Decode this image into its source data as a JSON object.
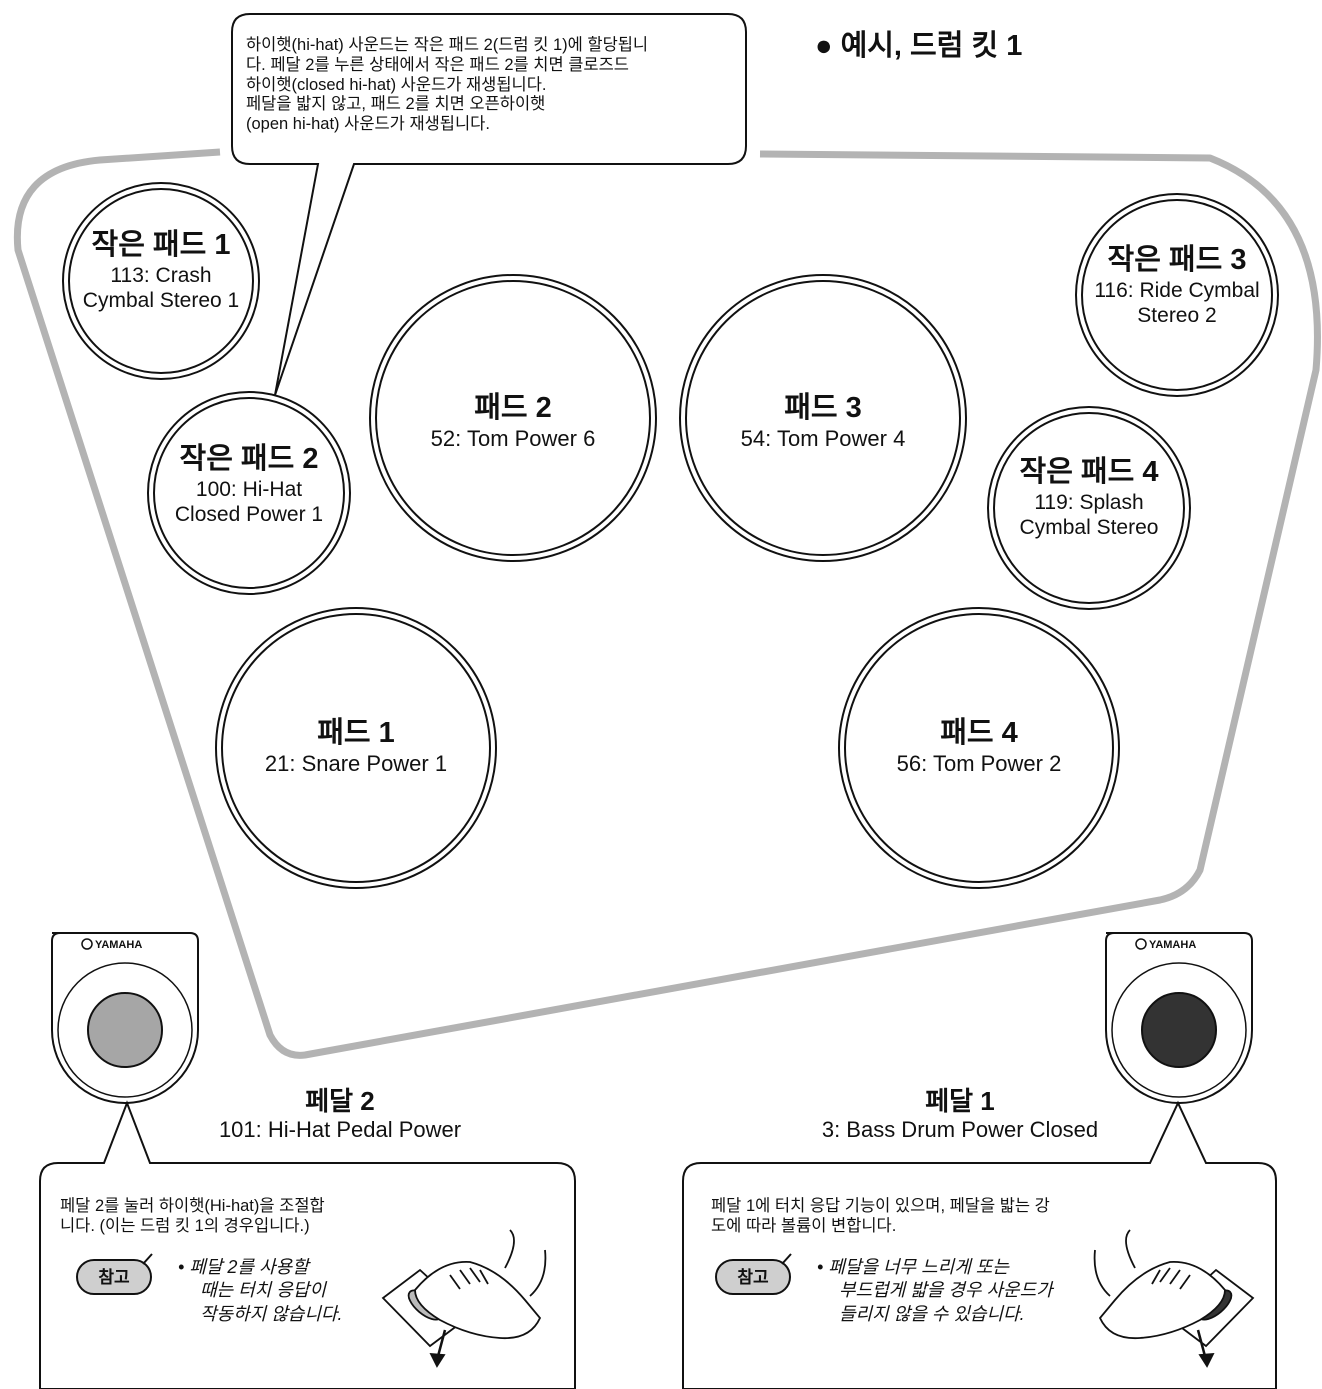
{
  "heading": "● 예시, 드럼 킷 1",
  "top_callout": [
    "하이햇(hi-hat) 사운드는 작은 패드 2(드럼 킷 1)에 할당됩니",
    "다. 페달 2를 누른 상태에서 작은 패드 2를 치면 클로즈드",
    "하이햇(closed hi-hat) 사운드가 재생됩니다.",
    "페달을 밟지 않고, 패드 2를 치면 오픈하이햇",
    "(open hi-hat) 사운드가 재생됩니다."
  ],
  "small_pads": [
    {
      "title": "작은 패드 1",
      "voice1": "113: Crash",
      "voice2": "Cymbal Stereo 1"
    },
    {
      "title": "작은 패드 2",
      "voice1": "100: Hi-Hat",
      "voice2": "Closed Power 1"
    },
    {
      "title": "작은 패드 3",
      "voice1": "116: Ride Cymbal",
      "voice2": "Stereo 2"
    },
    {
      "title": "작은 패드 4",
      "voice1": "119: Splash",
      "voice2": "Cymbal Stereo"
    }
  ],
  "pads": [
    {
      "title": "패드 1",
      "voice": "21: Snare Power 1"
    },
    {
      "title": "패드 2",
      "voice": "52: Tom Power 6"
    },
    {
      "title": "패드 3",
      "voice": "54: Tom Power 4"
    },
    {
      "title": "패드 4",
      "voice": "56: Tom Power 2"
    }
  ],
  "pedals": [
    {
      "brand": "YAMAHA",
      "title": "페달 2",
      "voice": "101: Hi-Hat Pedal Power",
      "desc": [
        "페달 2를 눌러 하이햇(Hi-hat)을 조절합",
        "니다. (이는 드럼 킷 1의 경우입니다.)"
      ],
      "note_label": "참고",
      "note": [
        "• 페달 2를 사용할",
        "때는 터치 응답이",
        "작동하지 않습니다."
      ]
    },
    {
      "brand": "YAMAHA",
      "title": "페달 1",
      "voice": "3: Bass Drum Power Closed",
      "desc": [
        "페달 1에 터치 응답 기능이 있으며, 페달을 밟는 강",
        "도에 따라 볼륨이 변합니다."
      ],
      "note_label": "참고",
      "note": [
        "• 페달을 너무 느리게 또는",
        "부드럽게 밟을 경우 사운드가",
        "들리지 않을 수 있습니다."
      ]
    }
  ],
  "colors": {
    "frame": "#b3b3b3",
    "pedal2_button": "#a6a6a6",
    "pedal1_button": "#333333",
    "badge": "#cfcfcf"
  }
}
